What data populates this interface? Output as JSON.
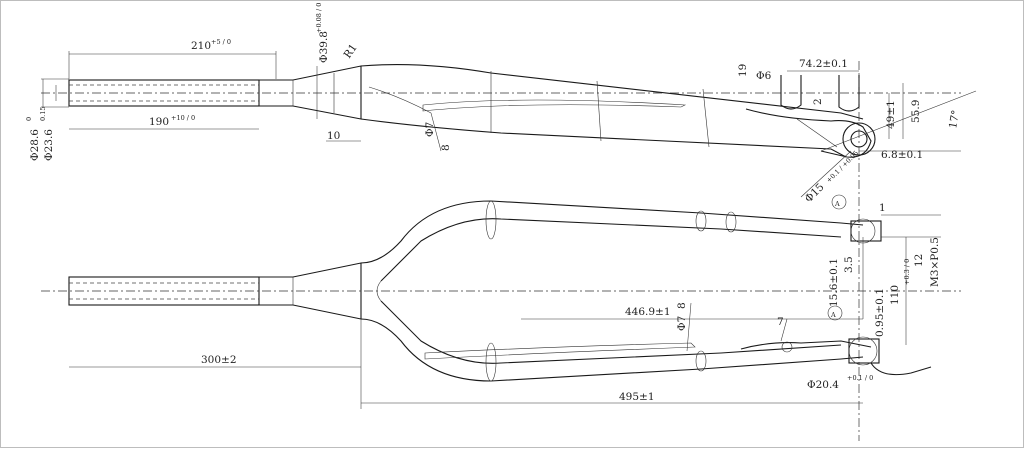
{
  "colors": {
    "line": "#1a1a1a",
    "background": "#ffffff",
    "frame": "#bdbdbd"
  },
  "top_view": {
    "steerer_length": "210",
    "steerer_length_tol": "+5 / 0",
    "steerer_diameter": "Φ28.6",
    "steerer_diameter_tol": "0",
    "inner_diameter": "Φ23.6",
    "inner_diameter_tol": "0.15",
    "insert_length": "190",
    "insert_length_tol": "+10 / 0",
    "crown_race_diameter": "Φ39.8",
    "crown_race_tol": "+0.08 / 0",
    "radius": "R1",
    "crown_height": "10",
    "cable_hole": "Φ7",
    "cable_hole_depth": "8",
    "dim_19": "19",
    "dim_6": "Φ6",
    "mount_spacing": "74.2±0.1",
    "dim_2": "2",
    "dim_49": "49±1",
    "dim_55_9": "55.9",
    "angle": "17°",
    "dropout_offset": "6.8±0.1",
    "axle_diameter": "Φ15",
    "axle_tol": "+0.1 / +0.05"
  },
  "front_view": {
    "fork_length": "300±2",
    "callout_a": "A",
    "dim_1": "1",
    "dim_12": "12",
    "thread": "M3×P0.5",
    "dim_3_5": "3.5",
    "dim_15_6": "15.6±0.1",
    "dim_110": "110",
    "dim_110_tol": "+0.3 / 0",
    "dim_0_95": "0.95±0.1",
    "length_446": "446.9±1",
    "cable_hole_2": "Φ7",
    "cable_hole_2_depth": "8",
    "dim_7": "7",
    "dim_20_4": "Φ20.4",
    "dim_20_4_tol": "+0.1 / 0",
    "total_length": "495±1"
  }
}
